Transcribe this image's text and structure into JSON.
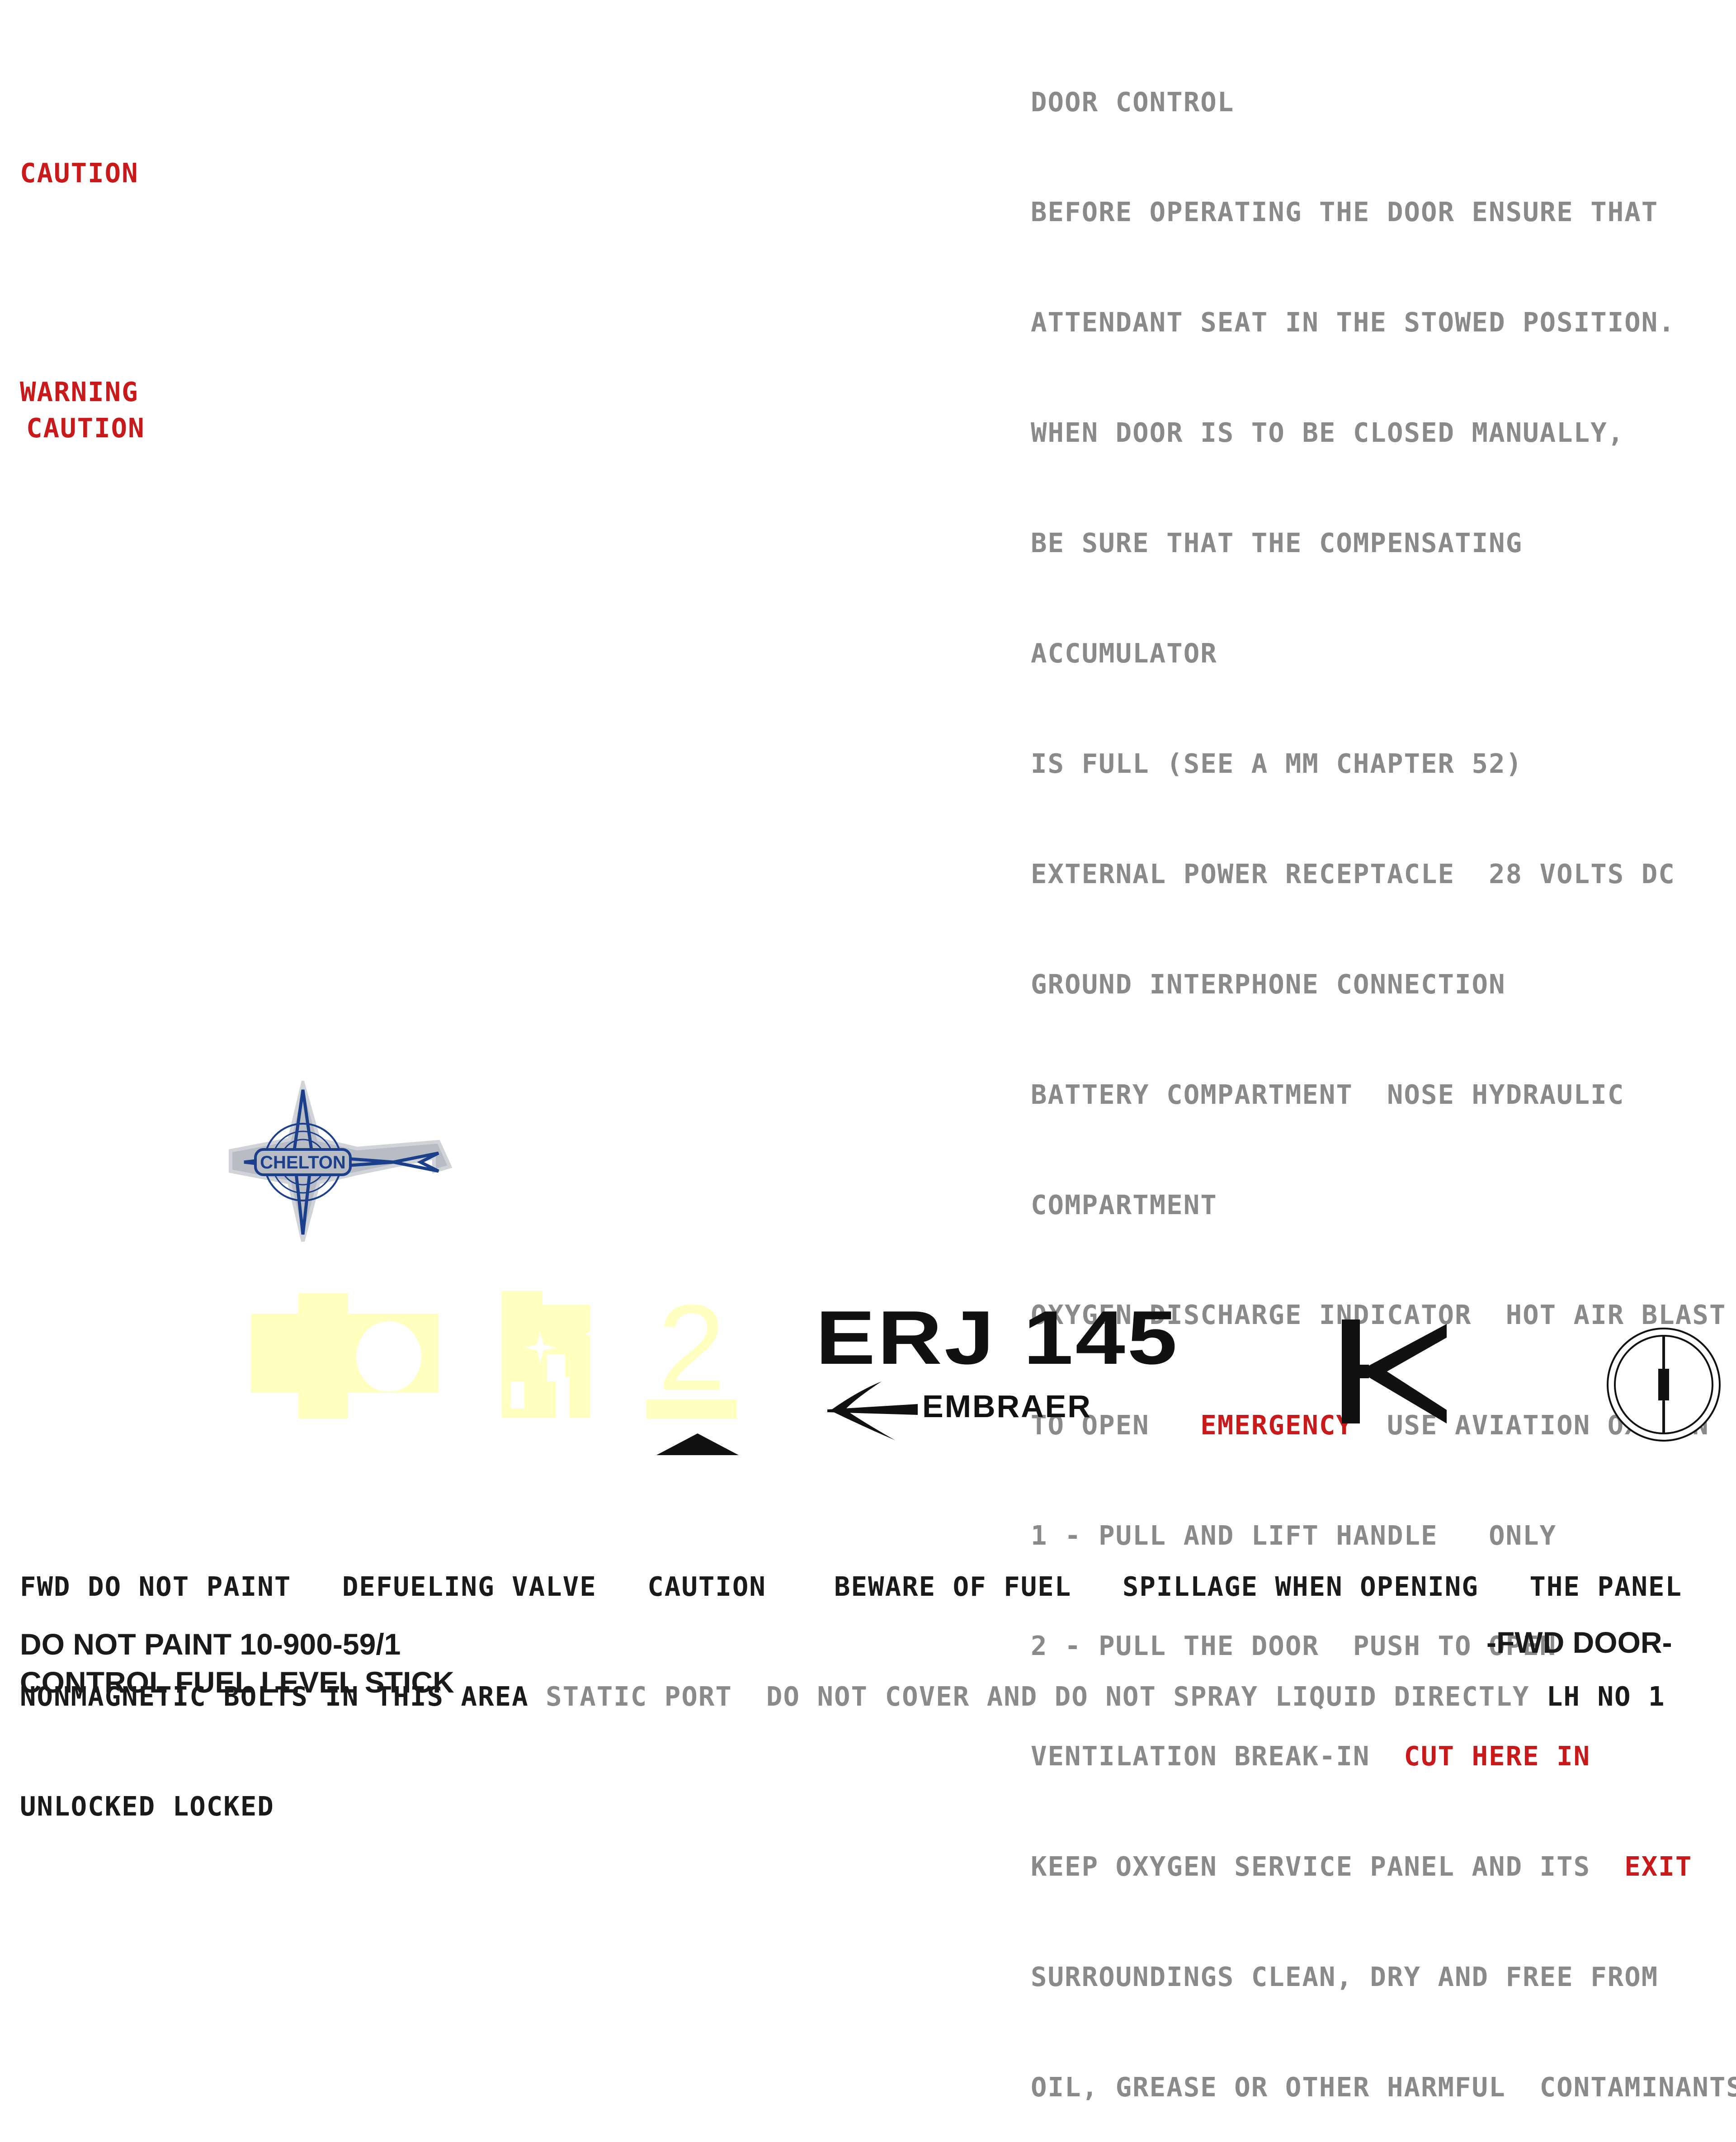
{
  "colors": {
    "grey_text": "#8a8a8a",
    "red_text": "#c81a1a",
    "black_text": "#1a1a1a",
    "pale_yellow": "#ffffc0",
    "chelton_blue": "#1b3f8a",
    "chelton_fill": "#b8bcc4"
  },
  "left_labels": {
    "caution_top": "CAUTION",
    "warning": "WARNING",
    "caution_lower": "CAUTION"
  },
  "right_text": {
    "line1": "DOOR CONTROL",
    "line2": "BEFORE OPERATING THE DOOR ENSURE THAT",
    "line3": "ATTENDANT SEAT IN THE STOWED POSITION.",
    "line4": "WHEN DOOR IS TO BE CLOSED MANUALLY,",
    "line5": "BE SURE THAT THE COMPENSATING",
    "line6": "ACCUMULATOR",
    "line7": "IS FULL (SEE A MM CHAPTER 52)",
    "line8": "EXTERNAL POWER RECEPTACLE  28 VOLTS DC",
    "line9": "GROUND INTERPHONE CONNECTION",
    "line10": "BATTERY COMPARTMENT  NOSE HYDRAULIC",
    "line11": "COMPARTMENT",
    "line12": "OXYGEN DISCHARGE INDICATOR  HOT AIR BLAST",
    "line13a": "TO OPEN   ",
    "line13b": "EMERGENCY",
    "line13c": "  USE AVIATION OXYGEN",
    "line14": "1 - PULL AND LIFT HANDLE   ONLY",
    "line15": "2 - PULL THE DOOR  PUSH TO OPEN",
    "line16a": "VENTILATION BREAK-IN  ",
    "line16b": "CUT HERE IN",
    "line17a": "KEEP OXYGEN SERVICE PANEL AND ITS  ",
    "line17b": "EXIT",
    "line18": "SURROUNDINGS CLEAN, DRY AND FREE FROM",
    "line19": "OIL, GREASE OR OTHER HARMFUL  CONTAMINANTS"
  },
  "logos": {
    "chelton": "CHELTON",
    "number_two": "2",
    "erj": "ERJ 145",
    "embraer": "EMBRAER",
    "k_letter": "K"
  },
  "bottom_text": {
    "row1": "FWD DO NOT PAINT   DEFUELING VALVE   CAUTION    BEWARE OF FUEL   SPILLAGE WHEN OPENING   THE PANEL",
    "row2a": "NONMAGNETIC BOLTS IN THIS AREA ",
    "row2b": "STATIC PORT  DO NOT COVER AND DO NOT SPRAY LIQUID DIRECTLY",
    "row2c": " LH NO 1",
    "row3": "UNLOCKED LOCKED",
    "row4": "DO NOT PAINT 10-900-59/1",
    "row5": "CONTROL  FUEL LEVEL STICK",
    "fwd_door": "-FWD DOOR-"
  }
}
